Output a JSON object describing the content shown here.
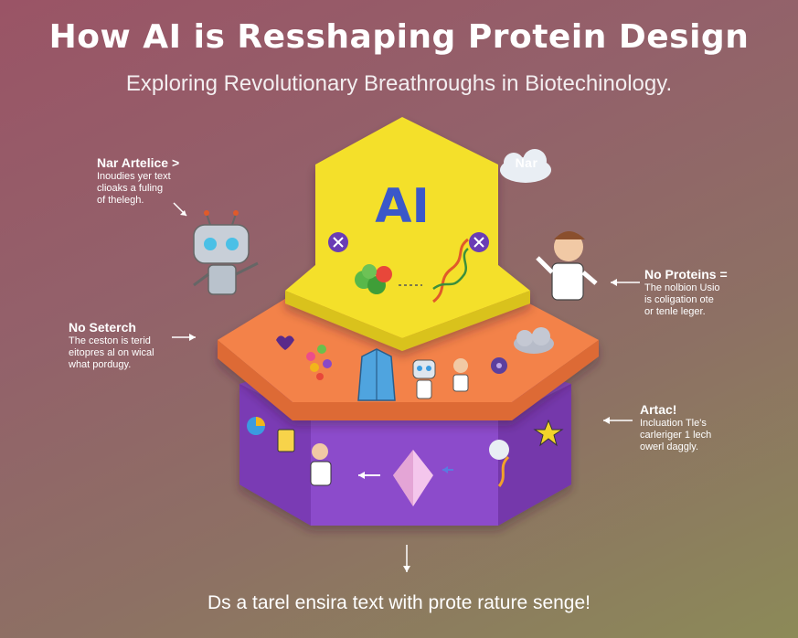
{
  "title": "How AI is Resshaping Protein Design",
  "subtitle": "Exploring Revolutionary Breathroughs in Biotechinology.",
  "center_label": "AI",
  "cloud_label": "Nar",
  "callouts": {
    "top_left": {
      "head": "Nar Artelice >",
      "lines": [
        "Inoudies yer text",
        "clioaks a fuling",
        "of thelegh."
      ]
    },
    "mid_left": {
      "head": "No Seterch",
      "lines": [
        "The ceston is terid",
        "eitopres al on wical",
        "what pordugy."
      ]
    },
    "mid_right": {
      "head": "No Proteins =",
      "lines": [
        "The nolbion Usio",
        "is coligation ote",
        "or tenle leger."
      ]
    },
    "bottom_right": {
      "head": "Artac!",
      "lines": [
        "Incluation Tle's",
        "carleriger 1 lech",
        "owerl daggly."
      ]
    }
  },
  "footer": "Ds a tarel ensira text with prote rature senge!",
  "colors": {
    "top_tier": "#f4e02a",
    "middle_tier": "#f3824a",
    "bottom_tier": "#8a48c6",
    "ai_text": "#3b58c9",
    "background_top": "#9a5466",
    "background_bottom": "#8c8a58"
  },
  "icons": [
    "robot-icon",
    "scientist-icon",
    "cloud-icon",
    "dna-icon",
    "molecule-icon",
    "lab-coat-icon",
    "crystal-icon",
    "star-icon",
    "arrow-icon"
  ]
}
